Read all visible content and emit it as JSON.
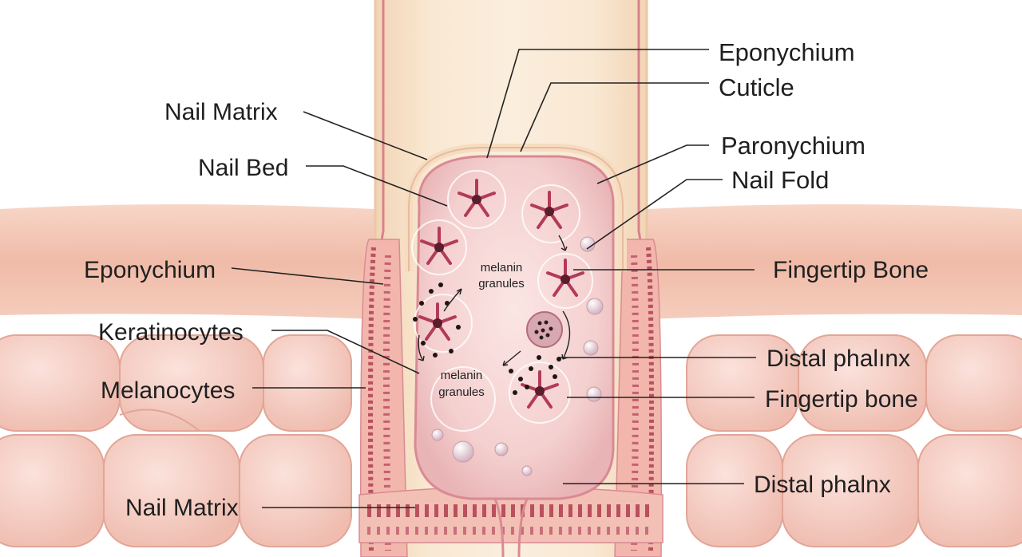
{
  "labels": {
    "eponychium_top": "Eponychium",
    "cuticle": "Cuticle",
    "nail_matrix_top": "Nail Matrix",
    "paronychium": "Paronychium",
    "nail_bed": "Nail Bed",
    "nail_fold": "Nail Fold",
    "eponychium_left": "Eponychium",
    "fingertip_bone_right": "Fingertip Bone",
    "keratinocytes": "Keratinocytes",
    "distal_phalinx_1": "Distal phalınx",
    "melanocytes": "Melanocytes",
    "fingertip_bone_lower": "Fingertip bone",
    "nail_matrix_bottom": "Nail Matrix",
    "distal_phalnx_2": "Distal phalnx"
  },
  "inner_labels": {
    "melanin_upper_1": "melanin",
    "melanin_upper_2": "granules",
    "melanin_lower_1": "melanin",
    "melanin_lower_2": "granules"
  },
  "colors": {
    "skin": "#f3c9b8",
    "tissue_pink": "#f0b5b0",
    "matrix_fill": "#f6d6d6",
    "cream": "#f7e3c5",
    "melanocyte": "#b33a5a",
    "outline": "#d98a93",
    "line": "#222222"
  }
}
